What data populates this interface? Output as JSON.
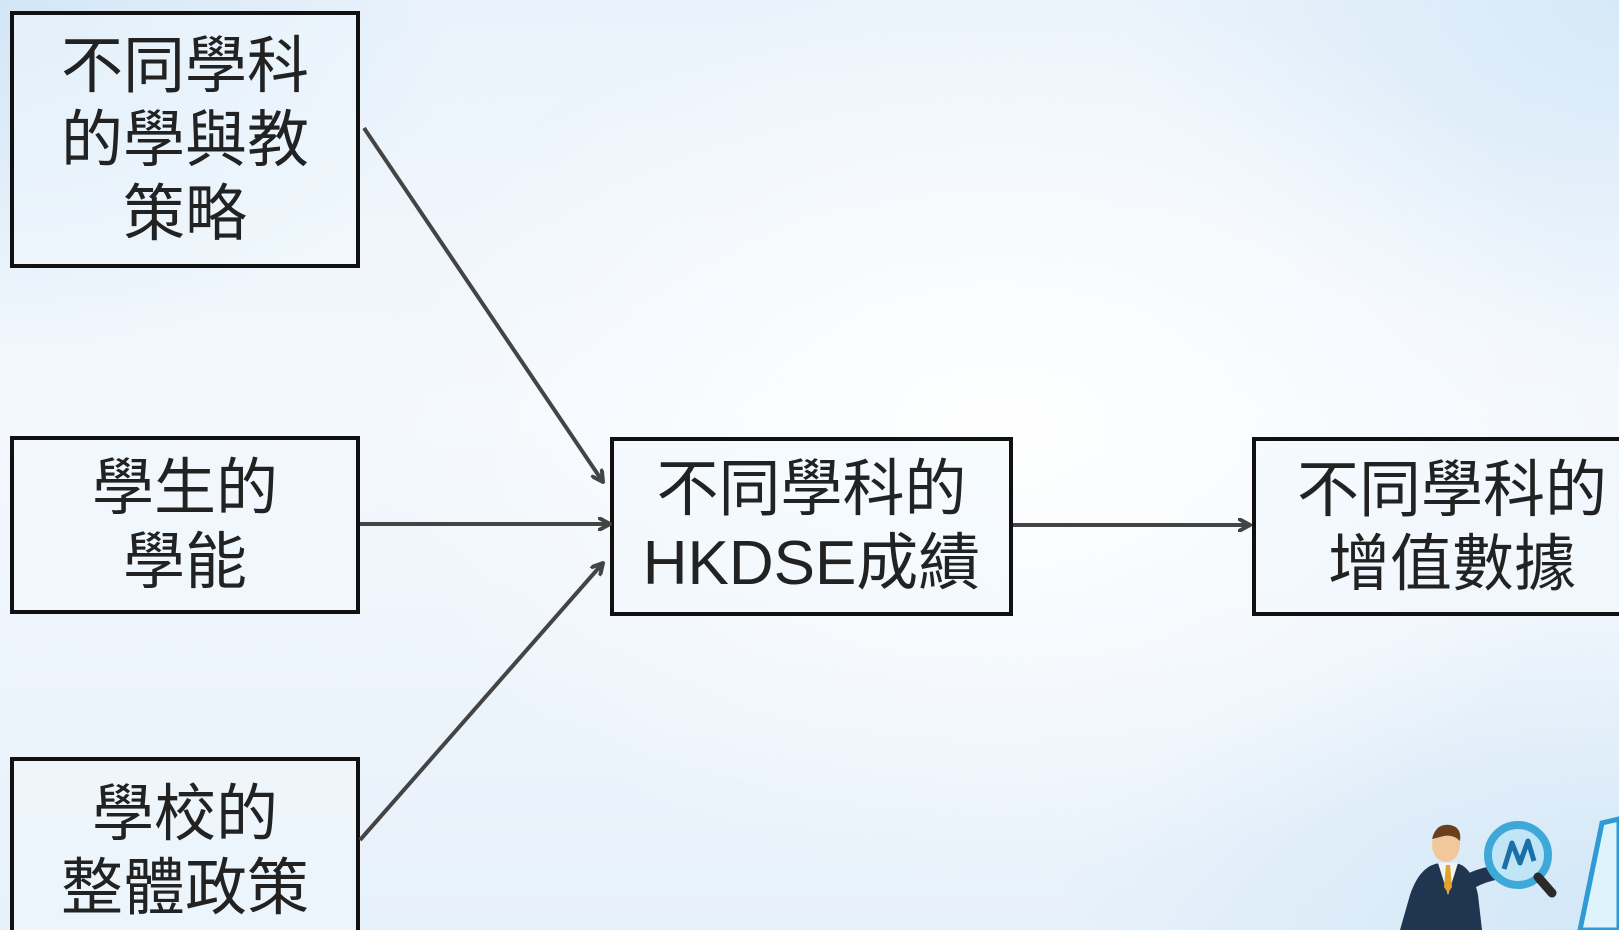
{
  "nodes": {
    "strategy": {
      "lines": [
        "不同學科",
        "的學與教",
        "策略"
      ]
    },
    "ability": {
      "lines": [
        "學生的",
        "學能"
      ]
    },
    "policy": {
      "lines": [
        "學校的",
        "整體政策"
      ]
    },
    "results": {
      "line1": "不同學科的",
      "line2_latin": "HKDSE",
      "line2_cjk": "成績"
    },
    "value": {
      "lines": [
        "不同學科的",
        "增值數據"
      ]
    }
  },
  "colors": {
    "box_border": "#111111",
    "arrow": "#444444",
    "text": "#222222"
  },
  "decoration": {
    "mascot": "businessman-with-magnifier-icon"
  }
}
